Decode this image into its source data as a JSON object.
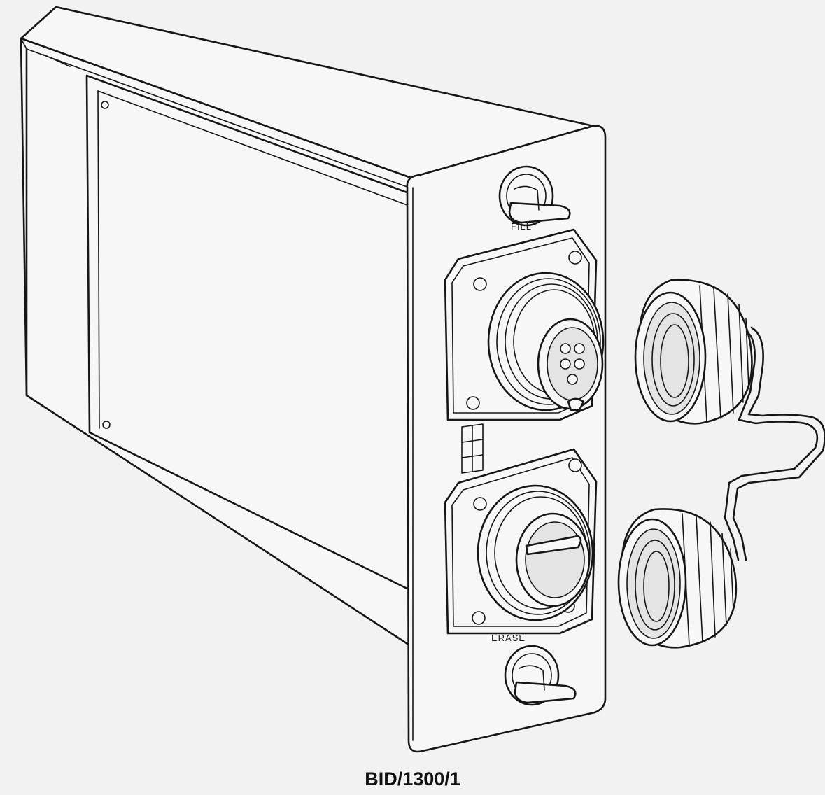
{
  "figure": {
    "caption": "BID/1300/1",
    "labels": {
      "top_switch": "FILL",
      "bottom_switch": "ERASE"
    }
  }
}
